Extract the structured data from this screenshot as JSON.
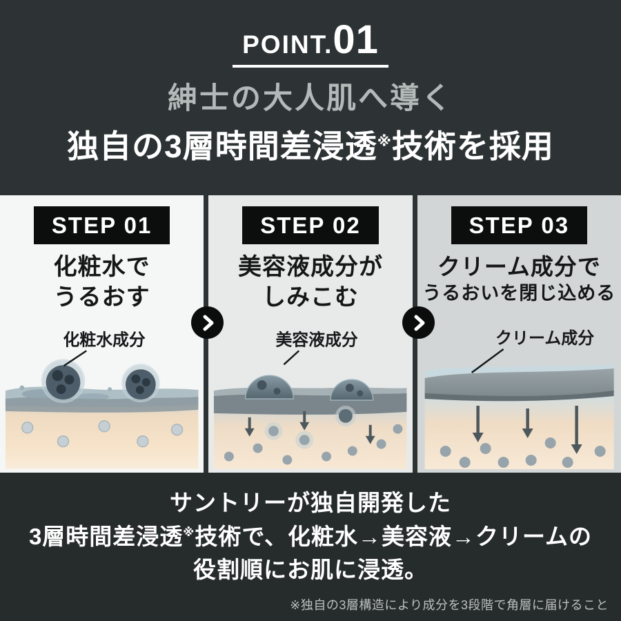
{
  "header": {
    "point_label": "POINT.",
    "point_number": "01",
    "subtitle": "紳士の大人肌へ導く",
    "heading_main": "独自の3層時間差浸透",
    "heading_sup": "※",
    "heading_tail": "技術を採用"
  },
  "steps": [
    {
      "label": "STEP 01",
      "line1": "化粧水で",
      "line2": "うるおす",
      "component": "化粧水成分"
    },
    {
      "label": "STEP 02",
      "line1": "美容液成分が",
      "line2": "しみこむ",
      "component": "美容液成分"
    },
    {
      "label": "STEP 03",
      "line1": "クリーム成分で",
      "line2": "うるおいを閉じ込める",
      "component": "クリーム成分"
    }
  ],
  "footer": {
    "line1": "サントリーが独自開発した",
    "line2_a": "3層時間差浸透",
    "line2_sup": "※",
    "line2_b": "技術で、化粧水→美容液→クリームの",
    "line3": "役割順にお肌に浸透。",
    "footnote": "※独自の3層構造により成分を3段階で角層に届けること"
  },
  "colors": {
    "page_bg": "#2d3334",
    "footer_bg": "#262b2c",
    "panel1_bg": "#f5f6f6",
    "panel2_bg": "#e8eaea",
    "panel3_bg": "#d3d6d6",
    "step_box_bg": "#0c0e0e",
    "subtitle_gray": "#b3b8b8",
    "skin_peach": "#f6e3c9",
    "droplet_dark": "#4d5e6a"
  }
}
